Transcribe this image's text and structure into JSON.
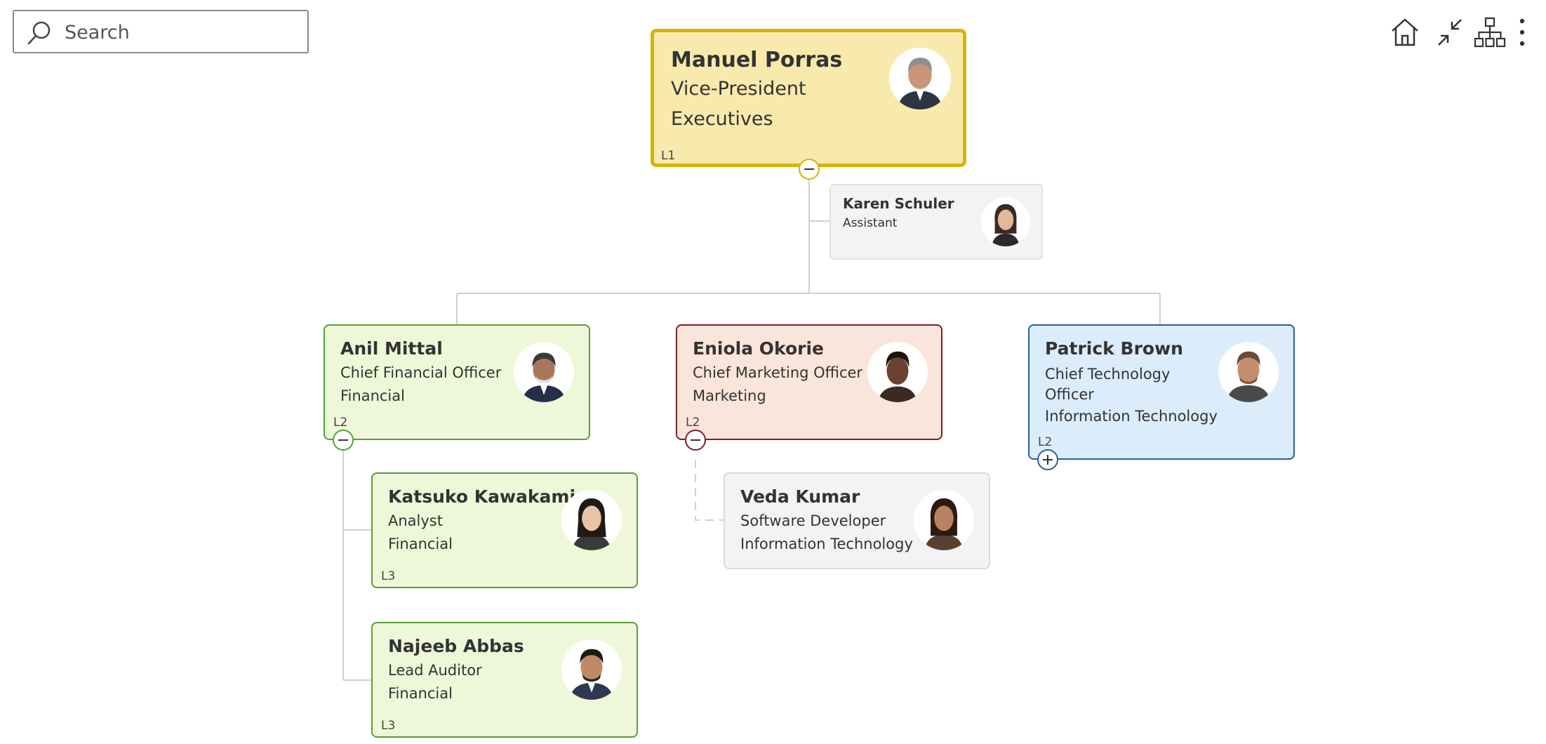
{
  "search": {
    "placeholder": "Search"
  },
  "toolbar": {
    "icons": [
      "home-icon",
      "collapse-icon",
      "org-layout-icon",
      "more-options-icon"
    ]
  },
  "colors": {
    "executive_fill": "#f8eaad",
    "executive_border": "#d8b20c",
    "financial_fill": "#eef8d9",
    "financial_border": "#5a9e3a",
    "marketing_fill": "#fae5da",
    "marketing_border": "#7a1f2a",
    "technology_fill": "#dbecfb",
    "technology_border": "#2b5f8e",
    "neutral_fill": "#f3f3f3",
    "neutral_border": "#d9d9d9",
    "connector": "#d0d0d0"
  },
  "people": {
    "manuel": {
      "name": "Manuel Porras",
      "title": "Vice-President",
      "dept": "Executives",
      "level": "L1"
    },
    "karen": {
      "name": "Karen Schuler",
      "title": "Assistant"
    },
    "anil": {
      "name": "Anil Mittal",
      "title": "Chief Financial Officer",
      "dept": "Financial",
      "level": "L2"
    },
    "eniola": {
      "name": "Eniola Okorie",
      "title": "Chief Marketing Officer",
      "dept": "Marketing",
      "level": "L2"
    },
    "patrick": {
      "name": "Patrick Brown",
      "title": "Chief Technology Officer",
      "dept": "Information Technology",
      "level": "L2"
    },
    "katsuko": {
      "name": "Katsuko Kawakami",
      "title": "Analyst",
      "dept": "Financial",
      "level": "L3"
    },
    "najeeb": {
      "name": "Najeeb Abbas",
      "title": "Lead Auditor",
      "dept": "Financial",
      "level": "L3"
    },
    "veda": {
      "name": "Veda Kumar",
      "title": "Software Developer",
      "dept": "Information Technology"
    }
  }
}
